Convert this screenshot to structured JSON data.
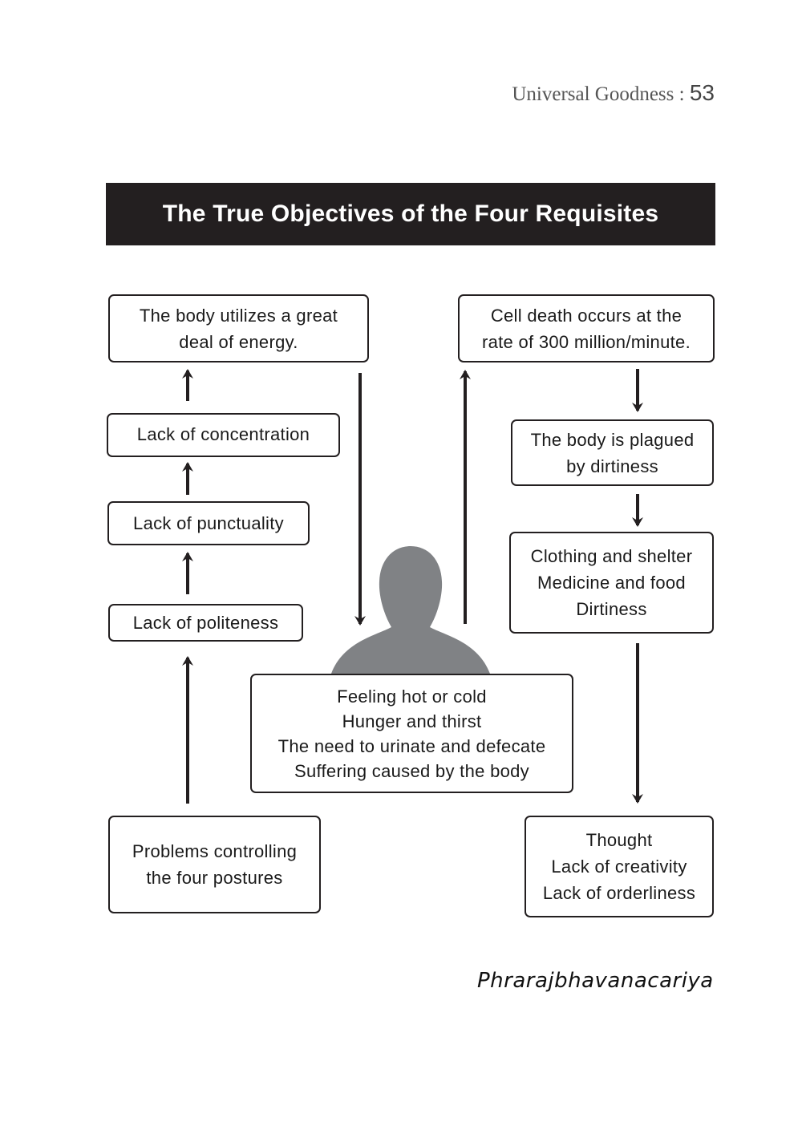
{
  "header": {
    "running_title": "Universal Goodness :",
    "page_number": "53"
  },
  "title": "The True Objectives of the Four Requisites",
  "boxes": {
    "energy": [
      "The body utilizes a great",
      "deal of energy."
    ],
    "concentration": [
      "Lack of concentration"
    ],
    "punctuality": [
      "Lack of punctuality"
    ],
    "politeness": [
      "Lack of politeness"
    ],
    "postures": [
      "Problems controlling",
      "the four postures"
    ],
    "center": [
      "Feeling hot or cold",
      "Hunger and thirst",
      "The need to urinate and defecate",
      "Suffering caused by the body"
    ],
    "cell_death": [
      "Cell death occurs at the",
      "rate of 300 million/minute."
    ],
    "dirtiness": [
      "The body is plagued",
      "by dirtiness"
    ],
    "requisites": [
      "Clothing and shelter",
      "Medicine and food",
      "Dirtiness"
    ],
    "thought": [
      "Thought",
      "Lack of creativity",
      "Lack of orderliness"
    ]
  },
  "colors": {
    "ink": "#231f20",
    "title_bg": "#231f20",
    "title_text": "#ffffff",
    "figure": "#808285"
  },
  "signature": "Phrarajbhavanacariya"
}
